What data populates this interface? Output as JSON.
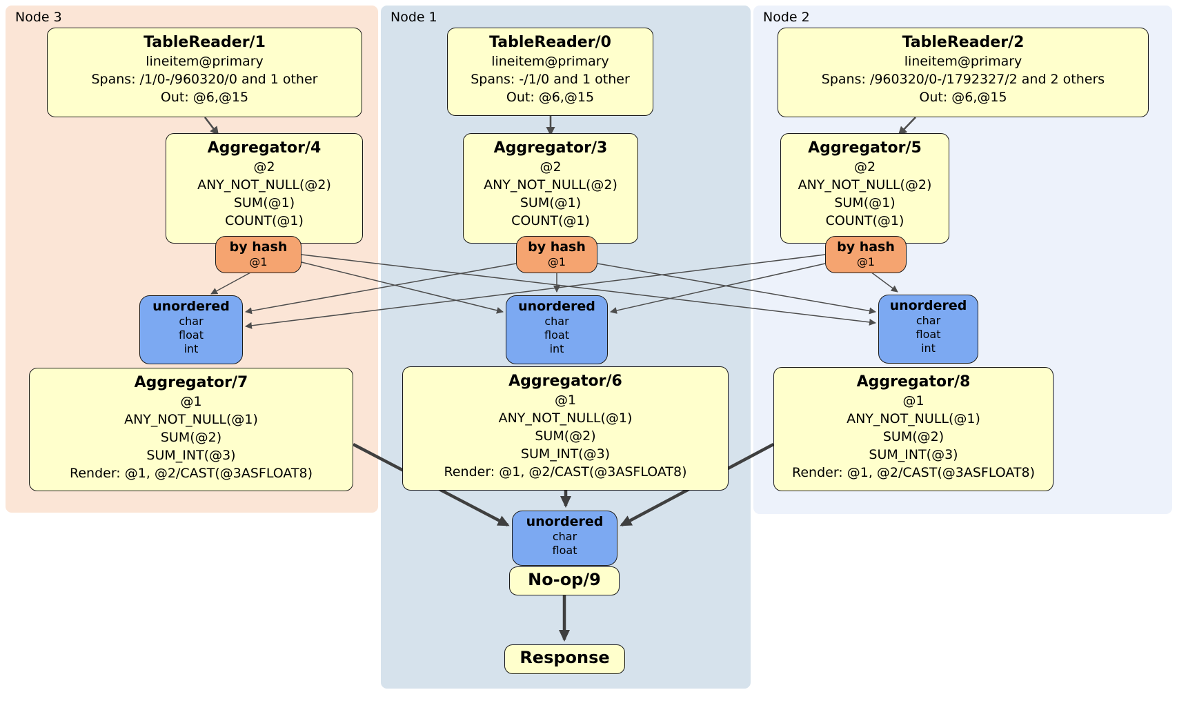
{
  "nodes": {
    "node3": {
      "label": "Node 3",
      "table_reader": {
        "title": "TableReader/1",
        "lines": [
          "lineitem@primary",
          "Spans: /1/0-/960320/0 and 1 other",
          "Out: @6,@15"
        ]
      },
      "aggregator_top": {
        "title": "Aggregator/4",
        "lines": [
          "@2",
          "ANY_NOT_NULL(@2)",
          "SUM(@1)",
          "COUNT(@1)"
        ]
      },
      "router": {
        "title": "by hash",
        "detail": "@1"
      },
      "sync": {
        "title": "unordered",
        "lines": [
          "char",
          "float",
          "int"
        ]
      },
      "aggregator_bottom": {
        "title": "Aggregator/7",
        "lines": [
          "@1",
          "ANY_NOT_NULL(@1)",
          "SUM(@2)",
          "SUM_INT(@3)",
          "Render: @1, @2/CAST(@3ASFLOAT8)"
        ]
      }
    },
    "node1": {
      "label": "Node 1",
      "table_reader": {
        "title": "TableReader/0",
        "lines": [
          "lineitem@primary",
          "Spans: -/1/0 and 1 other",
          "Out: @6,@15"
        ]
      },
      "aggregator_top": {
        "title": "Aggregator/3",
        "lines": [
          "@2",
          "ANY_NOT_NULL(@2)",
          "SUM(@1)",
          "COUNT(@1)"
        ]
      },
      "router": {
        "title": "by hash",
        "detail": "@1"
      },
      "sync": {
        "title": "unordered",
        "lines": [
          "char",
          "float",
          "int"
        ]
      },
      "aggregator_bottom": {
        "title": "Aggregator/6",
        "lines": [
          "@1",
          "ANY_NOT_NULL(@1)",
          "SUM(@2)",
          "SUM_INT(@3)",
          "Render: @1, @2/CAST(@3ASFLOAT8)"
        ]
      }
    },
    "node2": {
      "label": "Node 2",
      "table_reader": {
        "title": "TableReader/2",
        "lines": [
          "lineitem@primary",
          "Spans: /960320/0-/1792327/2 and 2 others",
          "Out: @6,@15"
        ]
      },
      "aggregator_top": {
        "title": "Aggregator/5",
        "lines": [
          "@2",
          "ANY_NOT_NULL(@2)",
          "SUM(@1)",
          "COUNT(@1)"
        ]
      },
      "router": {
        "title": "by hash",
        "detail": "@1"
      },
      "sync": {
        "title": "unordered",
        "lines": [
          "char",
          "float",
          "int"
        ]
      },
      "aggregator_bottom": {
        "title": "Aggregator/8",
        "lines": [
          "@1",
          "ANY_NOT_NULL(@1)",
          "SUM(@2)",
          "SUM_INT(@3)",
          "Render: @1, @2/CAST(@3ASFLOAT8)"
        ]
      }
    }
  },
  "final": {
    "sync": {
      "title": "unordered",
      "lines": [
        "char",
        "float"
      ]
    },
    "noop": {
      "title": "No-op/9"
    },
    "response": {
      "title": "Response"
    }
  },
  "colors": {
    "node3_bg": "#fbe5d6",
    "node1_bg": "#d6e2ec",
    "node2_bg": "#edf2fb",
    "processor_bg": "#ffffcc",
    "router_bg": "#f5a470",
    "sync_bg": "#7ca9f2",
    "edge_thin": "#4d4d4d",
    "edge_thick": "#3f3f3f"
  }
}
